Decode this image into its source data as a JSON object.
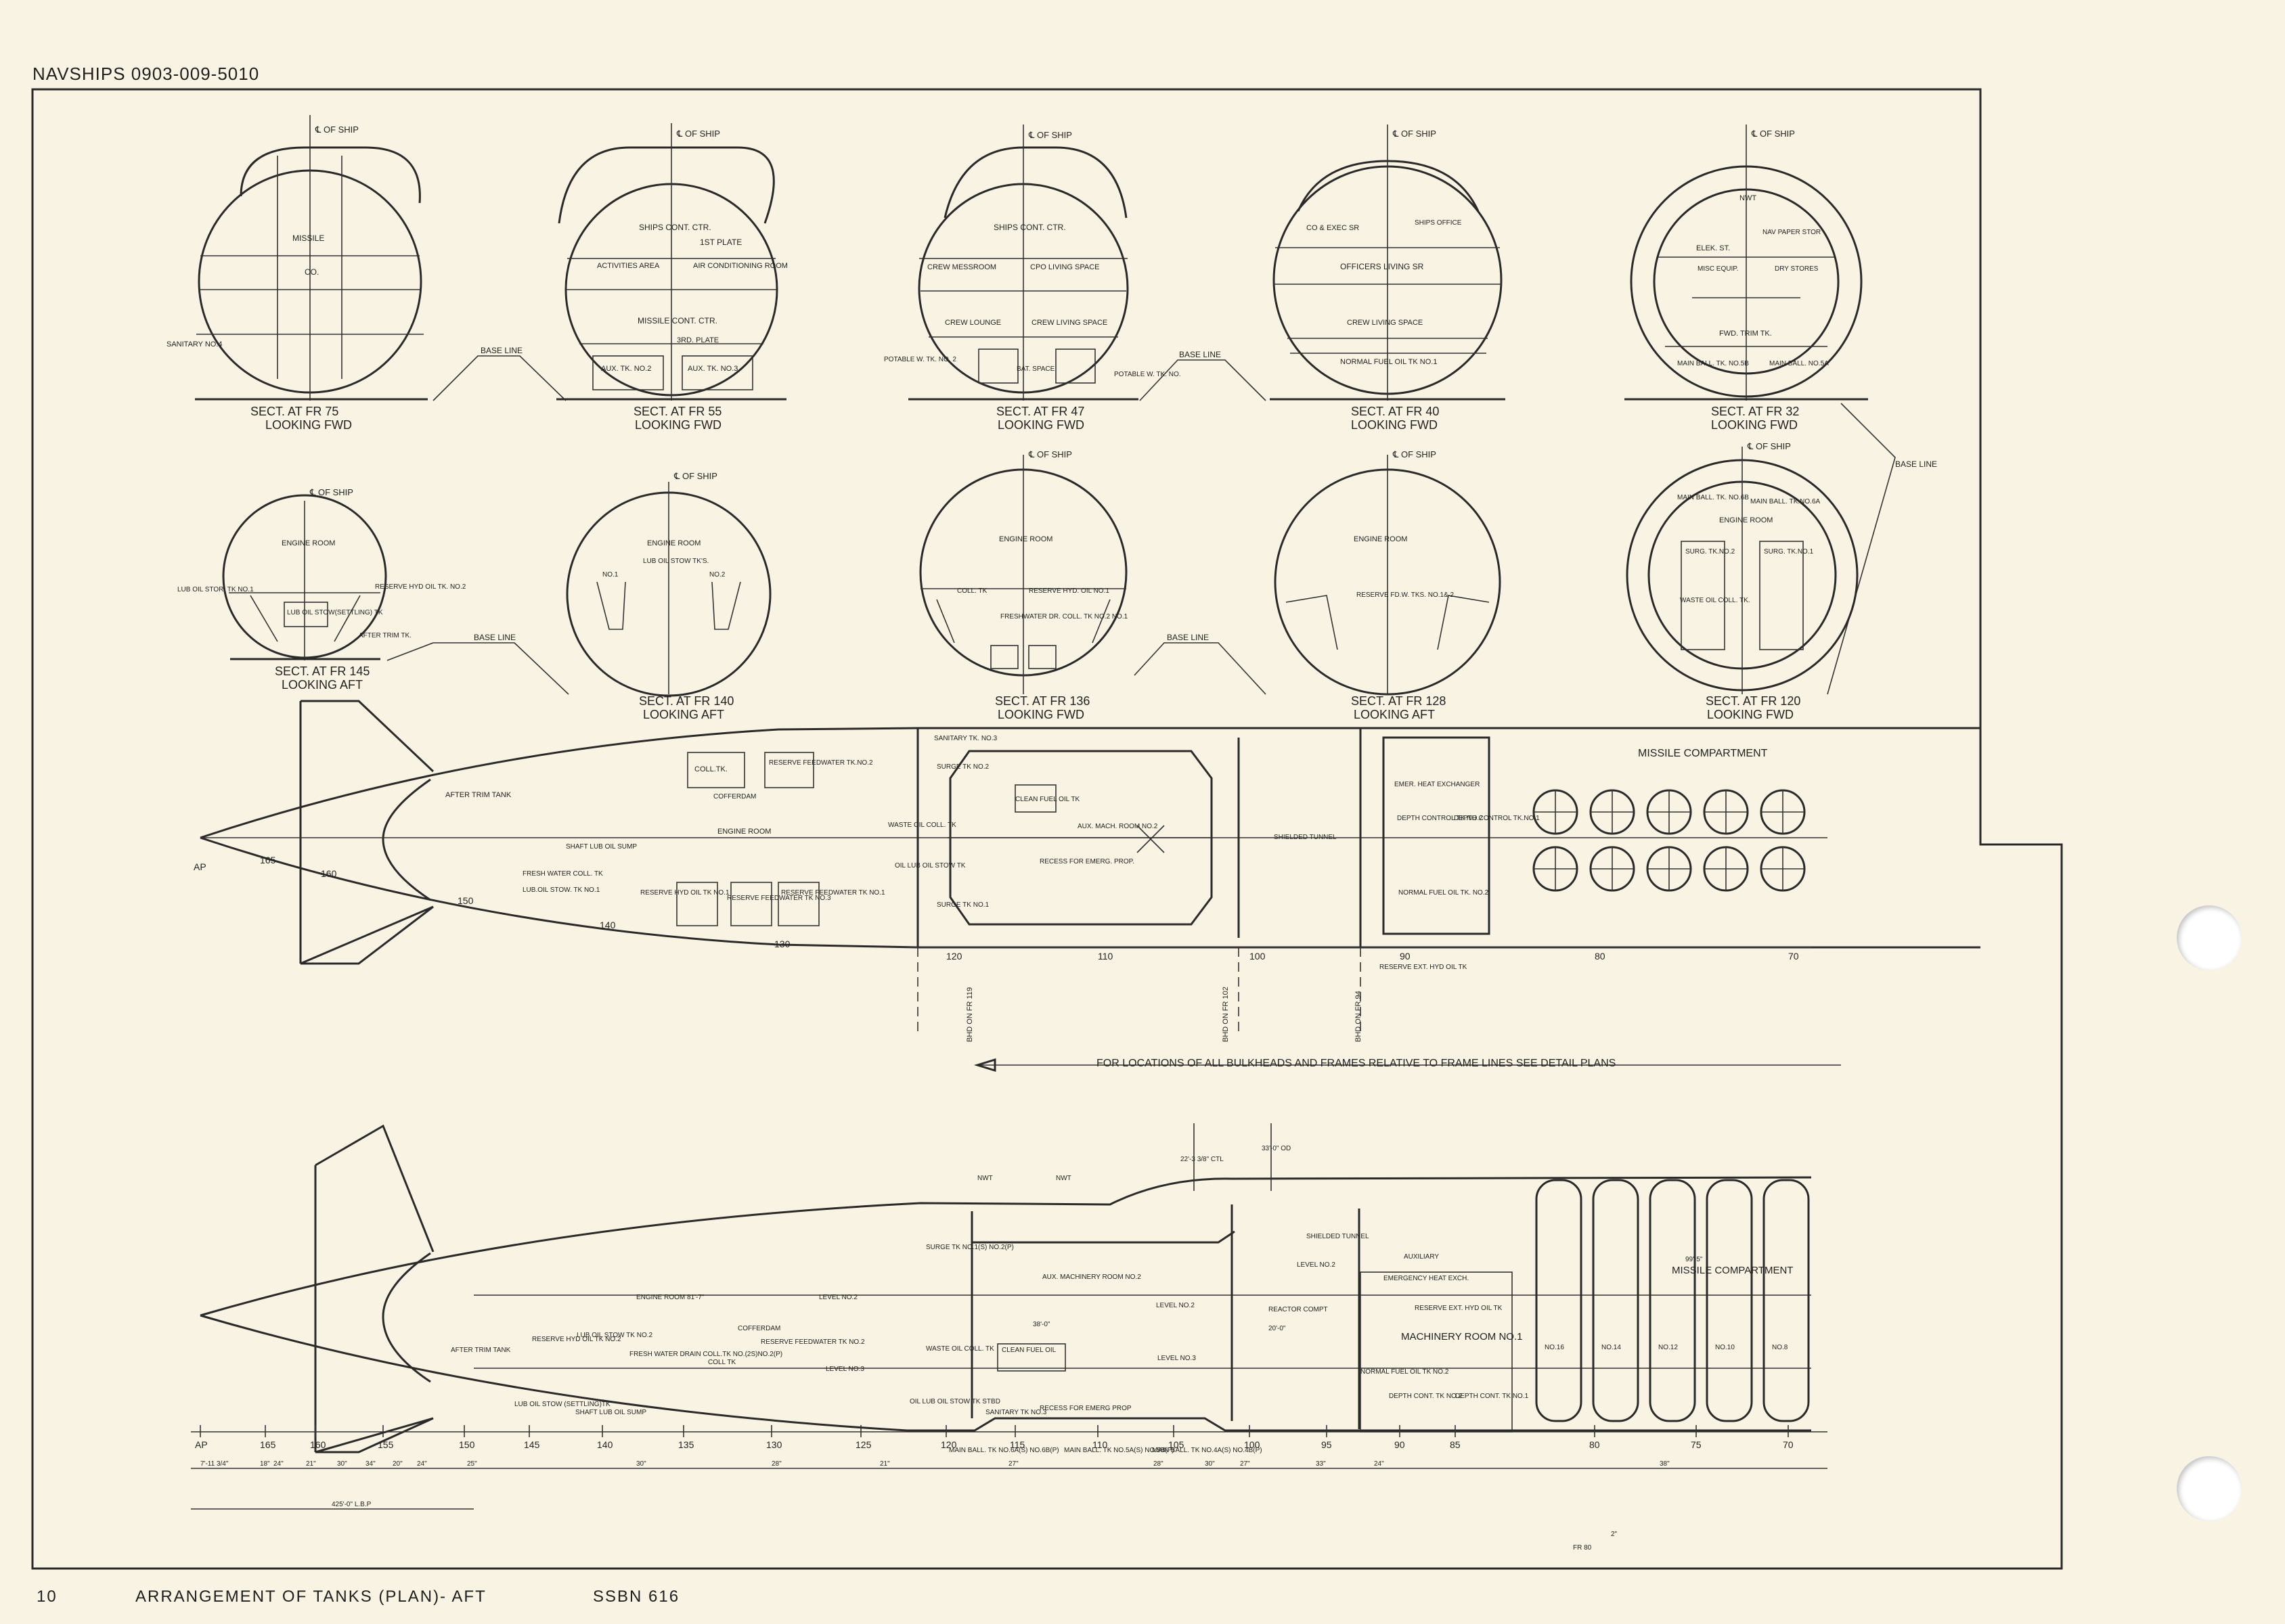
{
  "header": {
    "doc_number": "NAVSHIPS 0903-009-5010"
  },
  "footer": {
    "page": "10",
    "title": "ARRANGEMENT   OF  TANKS (PLAN)- AFT",
    "ship": "SSBN 616"
  },
  "centerline_label": "℄ OF SHIP",
  "base_line_label": "BASE LINE",
  "sections": [
    {
      "caption": "SECT. AT FR 75",
      "looking": "LOOKING FWD",
      "labels": [
        "MISSILE",
        "CO.",
        "SANITARY NO.4"
      ]
    },
    {
      "caption": "SECT. AT FR 55",
      "looking": "LOOKING FWD",
      "labels": [
        "SHIPS CONT. CTR.",
        "1ST PLATE",
        "ACTIVITIES AREA",
        "AIR CONDITIONING ROOM",
        "MISSILE CONT. CTR.",
        "3RD. PLATE",
        "AUX. TK. NO.2",
        "AUX. TK. NO.3"
      ]
    },
    {
      "caption": "SECT. AT FR 47",
      "looking": "LOOKING FWD",
      "labels": [
        "SHIPS CONT. CTR.",
        "CREW MESSROOM",
        "CPO LIVING SPACE",
        "CREW LOUNGE",
        "CREW LIVING SPACE",
        "POTABLE W. TK. NO. 2",
        "BAT. SPACE",
        "POTABLE W. TK. NO."
      ]
    },
    {
      "caption": "SECT. AT FR 40",
      "looking": "LOOKING FWD",
      "labels": [
        "CO & EXEC SR",
        "SHIPS OFFICE",
        "OFFICERS LIVING SR",
        "CREW LIVING SPACE",
        "NORMAL FUEL OIL TK NO.1"
      ]
    },
    {
      "caption": "SECT. AT FR 32",
      "looking": "LOOKING FWD",
      "labels": [
        "NWT",
        "ELEK. ST.",
        "NAV PAPER STOR",
        "MISC EQUIP.",
        "DRY STORES",
        "FWD. TRIM TK.",
        "MAIN BALL. TK. NO.5B",
        "MAIN BALL. NO.5A"
      ]
    },
    {
      "caption": "SECT. AT FR 145",
      "looking": "LOOKING AFT",
      "labels": [
        "ENGINE ROOM",
        "LUB OIL STOR. TK NO.1",
        "RESERVE HYD OIL TK. NO.2",
        "LUB OIL STOW(SETTLING) TK",
        "AFTER TRIM TK."
      ]
    },
    {
      "caption": "SECT. AT FR 140",
      "looking": "LOOKING AFT",
      "labels": [
        "ENGINE ROOM",
        "LUB OIL STOW TK'S.",
        "NO.1",
        "NO.2"
      ]
    },
    {
      "caption": "SECT. AT FR 136",
      "looking": "LOOKING FWD",
      "labels": [
        "ENGINE ROOM",
        "COLL. TK",
        "RESERVE HYD. OIL NO.1",
        "FRESHWATER DR. COLL. TK NO.2 NO.1"
      ]
    },
    {
      "caption": "SECT. AT FR 128",
      "looking": "LOOKING AFT",
      "labels": [
        "ENGINE ROOM",
        "RESERVE FD.W. TKS. NO.1& 2"
      ]
    },
    {
      "caption": "SECT. AT FR 120",
      "looking": "LOOKING FWD",
      "labels": [
        "MAIN BALL. TK. NO.6B",
        "MAIN BALL. TK.NO.6A",
        "ENGINE ROOM",
        "SURG. TK.NO.2",
        "SURG. TK.NO.1",
        "WASTE OIL COLL. TK."
      ]
    }
  ],
  "plan_view": {
    "labels": [
      "MISSILE COMPARTMENT",
      "AFTER TRIM TANK",
      "ENGINE ROOM",
      "COLL.TK.",
      "RESERVE FEEDWATER TK.NO.2",
      "COFFERDAM",
      "SHAFT LUB OIL SUMP",
      "FRESH WATER COLL. TK",
      "LUB.OIL STOW. TK NO.1",
      "RESERVE HYD OIL TK NO.1",
      "RESERVE FEEDWATER TK NO.3",
      "RESERVE FEEDWATER TK NO.1",
      "SANITARY TK. NO.3",
      "CLEAN FUEL OIL TK",
      "AUX. MACH. ROOM NO.2",
      "RECESS FOR EMERG. PROP.",
      "SHIELDED TUNNEL",
      "EMER. HEAT EXCHANGER",
      "DEPTH CONTROL TK.NO.2",
      "DEPTH CONTROL TK.NO.1",
      "NORMAL FUEL OIL TK. NO.2",
      "RESERVE EXT. HYD OIL TK",
      "WASTE OIL COLL. TK",
      "OIL LUB OIL STOW TK",
      "SURGE TK NO.1",
      "SURGE TK NO.2"
    ],
    "frames": [
      "AP",
      "165",
      "160",
      "150",
      "140",
      "130",
      "120",
      "110",
      "100",
      "90",
      "80",
      "70"
    ],
    "bhd_notes": [
      "BHD ON FR 119",
      "BHD ON FR 102",
      "BHD ON FR 94"
    ]
  },
  "note": "FOR  LOCATIONS  OF  ALL  BULKHEADS  AND  FRAMES  RELATIVE  TO  FRAME  LINES  SEE  DETAIL  PLANS",
  "profile_view": {
    "labels": [
      "ENGINE ROOM  81'-7\"",
      "LEVEL NO.2",
      "LEVEL NO.3",
      "AFTER TRIM TANK",
      "RESERVE HYD OIL TK NO.2",
      "LUB OIL STOW TK NO.2",
      "FRESH WATER DRAIN COLL.TK NO.(2S)NO.2(P)",
      "COLL TK",
      "RESERVE FEEDWATER TK NO.2",
      "COFFERDAM",
      "LUB OIL STOW (SETTLING)TK",
      "SHAFT LUB OIL SUMP",
      "SURGE TK NO.1(S) NO.2(P)",
      "WASTE OIL COLL. TK",
      "OIL LUB OIL STOW TK STBD",
      "SANITARY TK NO.3",
      "RECESS FOR EMERG PROP",
      "AUX. MACHINERY ROOM NO.2",
      "CLEAN FUEL OIL",
      "38'-0\"",
      "LEVEL NO.2",
      "LEVEL NO.3",
      "REACTOR COMPT",
      "20'-0\"",
      "SHIELDED TUNNEL",
      "LEVEL NO.2",
      "EMERGENCY HEAT EXCH.",
      "AUXILIARY",
      "MACHINERY ROOM NO.1",
      "RESERVE EXT. HYD OIL TK",
      "NORMAL FUEL OIL TK NO.2",
      "DEPTH CONT. TK NO.2",
      "DEPTH CONT. TK NO.1",
      "MISSILE COMPARTMENT",
      "NO.16",
      "NO.14",
      "NO.12",
      "NO.10",
      "NO.8",
      "NWT",
      "NWT",
      "22'-3 3/8\" CTL",
      "33'-0\" OD",
      "99'-5\""
    ],
    "frames": [
      "AP",
      "165",
      "160",
      "155",
      "150",
      "145",
      "140",
      "135",
      "130",
      "125",
      "120",
      "115",
      "110",
      "105",
      "100",
      "95",
      "90",
      "85",
      "80",
      "75",
      "70"
    ],
    "ball_tanks": [
      "MAIN BALL. TK NO.6A(S) NO.6B(P)",
      "MAIN BALL. TK NO.5A(S) NO.5B(P)",
      "MAIN BALL. TK NO.4A(S) NO.4B(P)"
    ],
    "dims": [
      "7'-11 3/4\"",
      "18\"",
      "24\"",
      "21\"",
      "30\"",
      "34\"",
      "20\"",
      "24\"",
      "25\"",
      "30\"",
      "28\"",
      "21\"",
      "27\"",
      "28\"",
      "30\"",
      "27\"",
      "33\"",
      "24\"",
      "38\"",
      "425'-0\" L.B.P",
      "FR 80",
      "2\""
    ]
  }
}
